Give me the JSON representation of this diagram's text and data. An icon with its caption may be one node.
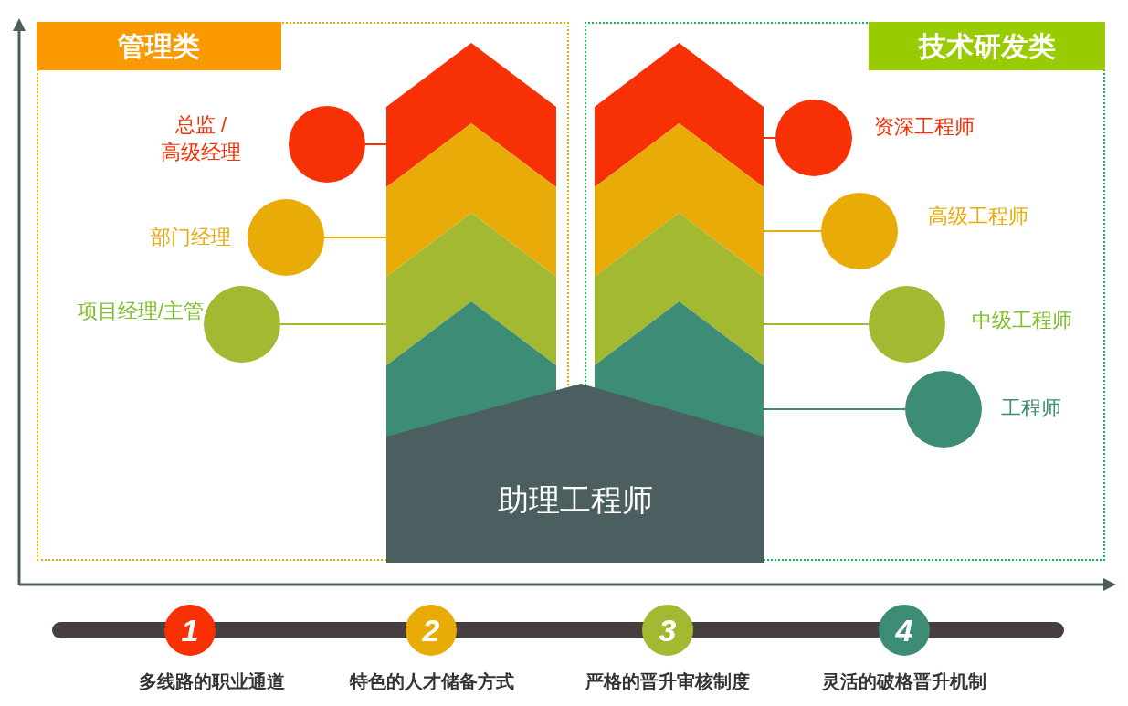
{
  "diagram": {
    "nodes": [
      {
        "text": [
          "管理类"
        ]
      },
      {
        "text": [],
        "shape": "circle",
        "beside": [
          "总监 / 高级经理"
        ],
        "in": 0
      },
      {
        "text": [],
        "shape": "circle",
        "beside": [
          "部门经理"
        ],
        "in": 0
      },
      {
        "text": [],
        "shape": "circle",
        "beside": [
          "项目经理/主管"
        ],
        "in": 0
      },
      {
        "text": [],
        "shape": "chevron",
        "in": 0
      },
      {
        "text": [],
        "shape": "chevron",
        "in": 0
      },
      {
        "text": [],
        "shape": "chevron",
        "in": 0
      },
      {
        "text": [],
        "shape": "chevron",
        "in": 0
      },
      {
        "text": [
          "技术研发类"
        ]
      },
      {
        "text": [],
        "shape": "chevron",
        "in": 8
      },
      {
        "text": [],
        "shape": "chevron",
        "in": 8
      },
      {
        "text": [],
        "shape": "chevron",
        "in": 8
      },
      {
        "text": [],
        "shape": "chevron",
        "in": 8
      },
      {
        "text": [],
        "shape": "circle",
        "beside": [
          "资深工程师"
        ],
        "in": 8
      },
      {
        "text": [],
        "shape": "circle",
        "beside": [
          "高级工程师"
        ],
        "in": 8
      },
      {
        "text": [],
        "shape": "circle",
        "beside": [
          "中级工程师"
        ],
        "in": 8
      },
      {
        "text": [],
        "shape": "circle",
        "beside": [
          "工程师"
        ],
        "in": 8
      },
      {
        "text": [
          "助理工程师"
        ]
      },
      {
        "text": [
          "1"
        ],
        "beside": [
          "多线路的职业通道"
        ]
      },
      {
        "text": [
          "2"
        ],
        "beside": [
          "特色的人才储备方式"
        ]
      },
      {
        "text": [
          "3"
        ],
        "beside": [
          "严格的晋升审核制度"
        ]
      },
      {
        "text": [
          "4"
        ],
        "beside": [
          "灵活的破格晋升机制"
        ]
      },
      {
        "text": [],
        "shape": "bar"
      }
    ],
    "edges": [
      {
        "from": 1,
        "to": 4,
        "arrow": "none",
        "color": "#f83005"
      },
      {
        "from": 2,
        "to": 5,
        "arrow": "none",
        "color": "#e9ab08"
      },
      {
        "from": 3,
        "to": 6,
        "arrow": "none",
        "color": "#a3b932"
      },
      {
        "from": 13,
        "to": 9,
        "arrow": "none",
        "color": "#f83005"
      },
      {
        "from": 14,
        "to": 10,
        "arrow": "none",
        "color": "#e9ab08"
      },
      {
        "from": 15,
        "to": 11,
        "arrow": "none",
        "color": "#a3b932"
      },
      {
        "from": 16,
        "to": 12,
        "arrow": "none",
        "color": "#3d8c76"
      }
    ]
  }
}
